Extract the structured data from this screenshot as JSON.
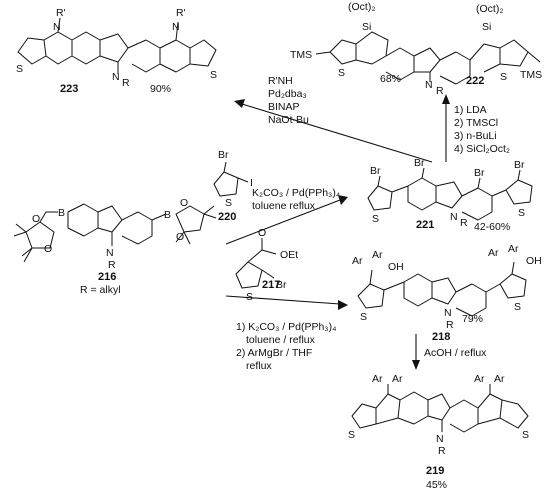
{
  "compounds": {
    "c216": {
      "id": "216",
      "note": "R = alkyl"
    },
    "c217": {
      "id": "217"
    },
    "c218": {
      "id": "218",
      "yield": "79%"
    },
    "c219": {
      "id": "219",
      "yield": "45%"
    },
    "c220": {
      "id": "220"
    },
    "c221": {
      "id": "221",
      "yield": "42-60%"
    },
    "c222": {
      "id": "222",
      "yield": "68%"
    },
    "c223": {
      "id": "223",
      "yield": "90%"
    }
  },
  "atoms": {
    "Br": "Br",
    "I": "I",
    "B": "B",
    "O": "O",
    "N": "N",
    "S": "S",
    "Si": "Si",
    "R": "R",
    "R_prime": "R'",
    "R_prime_NH": "R'NH",
    "Ar": "Ar",
    "OH": "OH",
    "OEt": "OEt",
    "TMS": "TMS",
    "Oct2": "(Oct)₂"
  },
  "conditions": {
    "step_220": [
      "K₂CO₃ / Pd(PPh₃)₄",
      "toluene reflux"
    ],
    "step_217": [
      "1) K₂CO₃ / Pd(PPh₃)₄",
      "toluene / reflux",
      "2) ArMgBr / THF",
      "reflux"
    ],
    "step_222": [
      "1) LDA",
      "2) TMSCl",
      "3) n-BuLi",
      "4) SiCl₂Oct₂"
    ],
    "step_223": [
      "R'NH",
      "Pd₂dba₃",
      "BINAP",
      "NaOt-Bu"
    ],
    "step_219": [
      "AcOH / reflux"
    ]
  }
}
